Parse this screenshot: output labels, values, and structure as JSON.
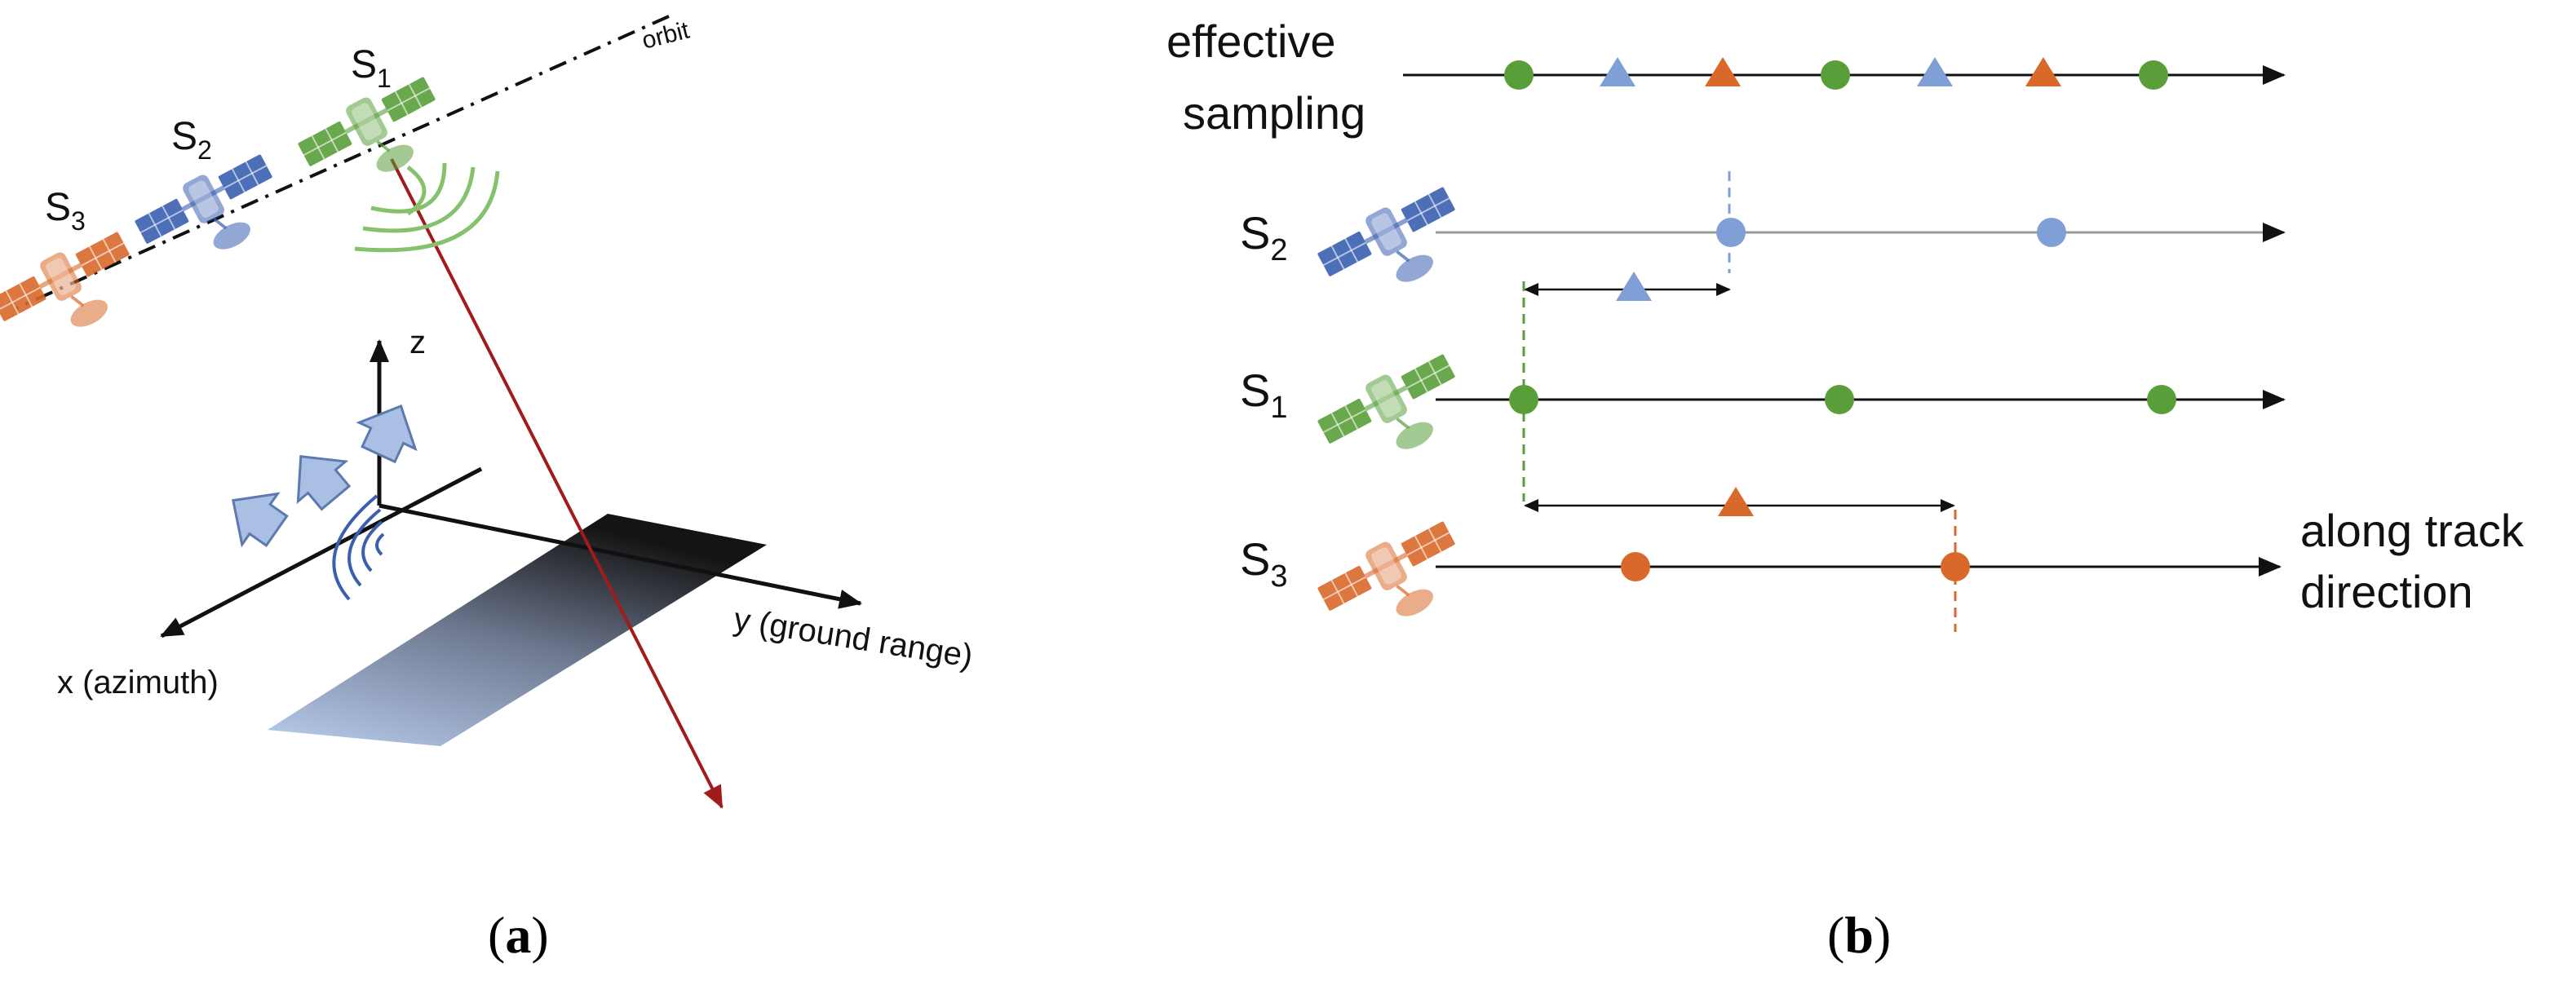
{
  "panel_a": {
    "orbit_label": "orbit",
    "satellites": [
      {
        "letter": "S",
        "sub": "1",
        "color": "green"
      },
      {
        "letter": "S",
        "sub": "2",
        "color": "blue"
      },
      {
        "letter": "S",
        "sub": "3",
        "color": "orange"
      }
    ],
    "axes": {
      "z": "z",
      "y": "y (ground range)",
      "x": "x (azimuth)"
    },
    "caption": "(a)"
  },
  "panel_b": {
    "effective_label_line1": "effective",
    "effective_label_line2": "sampling",
    "rows": [
      {
        "letter": "S",
        "sub": "2",
        "color": "blue"
      },
      {
        "letter": "S",
        "sub": "1",
        "color": "green"
      },
      {
        "letter": "S",
        "sub": "3",
        "color": "orange"
      }
    ],
    "direction_line1": "along track",
    "direction_line2": "direction",
    "caption": "(b)"
  },
  "colors": {
    "green": "#5a9e3a",
    "blue": "#7f9fd6",
    "orange": "#d8692a",
    "dark_blue": "#3a5fb0",
    "beam_red": "#a11b1b",
    "arrow_fill": "#a9c0e4",
    "line_gray": "#666666"
  }
}
